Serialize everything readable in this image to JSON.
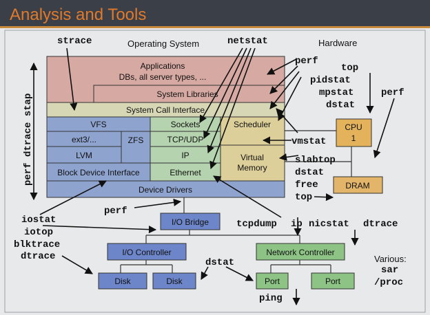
{
  "title": "Analysis and Tools",
  "colors": {
    "title_bar": "#3b4048",
    "title_text": "#e07a2a",
    "accent_line": "#c98a3c",
    "background": "#e8e9ea",
    "apps": "#d6a9a2",
    "syscall": "#d7d7b6",
    "blue_layer": "#8fa3cf",
    "green_layer": "#b5d3ae",
    "tan_layer": "#ddcf99",
    "blue_box": "#6d86c9",
    "green_box": "#8dc486",
    "cpu": "#e3b25b",
    "dram": "#e2b56a"
  },
  "stack": {
    "applications": "Applications",
    "applications_sub": "DBs, all server types, ...",
    "system_libraries": "System Libraries",
    "system_call_interface": "System Call Interface",
    "vfs": "VFS",
    "sockets": "Sockets",
    "scheduler": "Scheduler",
    "ext3": "ext3/...",
    "zfs": "ZFS",
    "tcp_udp": "TCP/UDP",
    "lvm": "LVM",
    "ip": "IP",
    "virtual_memory_1": "Virtual",
    "virtual_memory_2": "Memory",
    "block_device_interface": "Block Device Interface",
    "ethernet": "Ethernet",
    "device_drivers": "Device Drivers"
  },
  "hardware": {
    "cpu_1": "CPU",
    "cpu_2": "1",
    "dram": "DRAM",
    "io_bridge": "I/O Bridge",
    "io_controller": "I/O Controller",
    "network_controller": "Network Controller",
    "disk": "Disk",
    "port": "Port"
  },
  "labels": {
    "operating_system": "Operating System",
    "hardware": "Hardware",
    "various": "Various:"
  },
  "tools": {
    "strace": "strace",
    "netstat": "netstat",
    "perf": "perf",
    "top": "top",
    "pidstat": "pidstat",
    "mpstat": "mpstat",
    "dstat": "dstat",
    "vmstat": "vmstat",
    "slabtop": "slabtop",
    "free": "free",
    "iostat": "iostat",
    "iotop": "iotop",
    "blktrace": "blktrace",
    "dtrace": "dtrace",
    "tcpdump": "tcpdump",
    "ip": "ip",
    "nicstat": "nicstat",
    "sar": "sar",
    "proc": "/proc",
    "ping": "ping",
    "side_stack": "perf dtrace stap"
  }
}
